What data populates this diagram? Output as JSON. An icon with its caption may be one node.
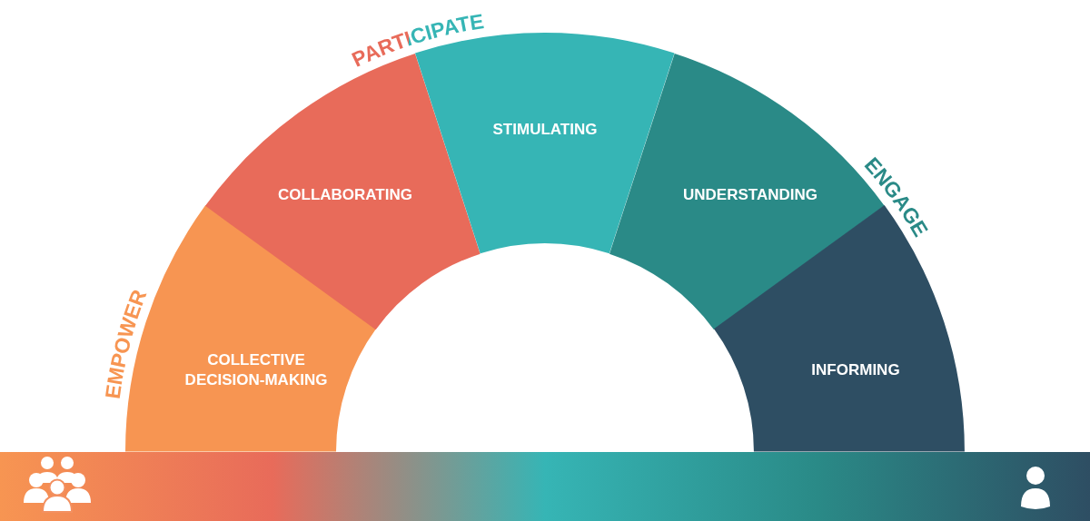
{
  "diagram": {
    "nodes": [
      {
        "text": [
          "COLLECTIVE DECISION-MAKING"
        ]
      },
      {
        "text": [
          "COLLABORATING"
        ]
      },
      {
        "text": [
          "STIMULATING"
        ]
      },
      {
        "text": [
          "UNDERSTANDING"
        ]
      },
      {
        "text": [
          "INFORMING"
        ]
      }
    ],
    "labels": [
      "EMPOWER",
      "PARTICIPATE",
      "ENGAGE"
    ]
  }
}
